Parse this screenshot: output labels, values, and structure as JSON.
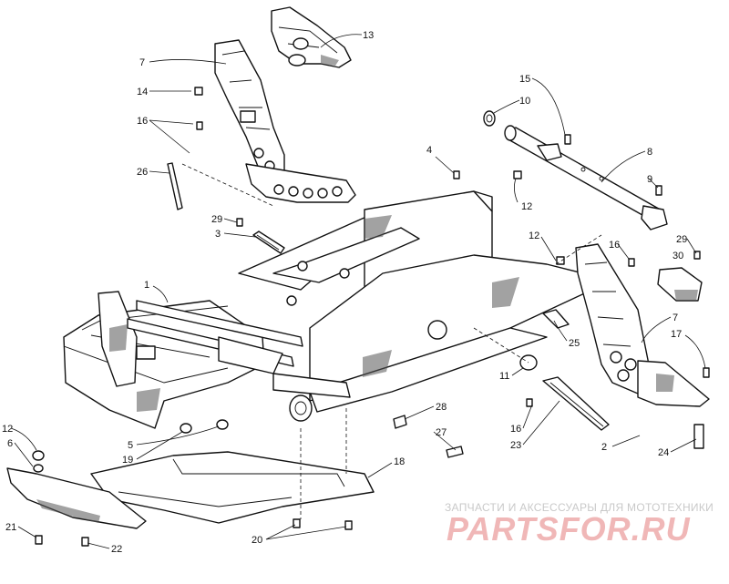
{
  "watermark": {
    "text": "ЗАПЧАСТИ И АКСЕССУАРЫ ДЛЯ МОТОТЕХНИКИ",
    "logo": "PARTSFOR.RU"
  },
  "callouts": [
    {
      "id": "c13",
      "label": "13"
    },
    {
      "id": "c7a",
      "label": "7"
    },
    {
      "id": "c14",
      "label": "14"
    },
    {
      "id": "c16a",
      "label": "16"
    },
    {
      "id": "c26",
      "label": "26"
    },
    {
      "id": "c29a",
      "label": "29"
    },
    {
      "id": "c3",
      "label": "3"
    },
    {
      "id": "c4",
      "label": "4"
    },
    {
      "id": "c1",
      "label": "1"
    },
    {
      "id": "c15",
      "label": "15"
    },
    {
      "id": "c10",
      "label": "10"
    },
    {
      "id": "c8",
      "label": "8"
    },
    {
      "id": "c9",
      "label": "9"
    },
    {
      "id": "c12a",
      "label": "12"
    },
    {
      "id": "c12b",
      "label": "12"
    },
    {
      "id": "c16b",
      "label": "16"
    },
    {
      "id": "c29b",
      "label": "29"
    },
    {
      "id": "c30",
      "label": "30"
    },
    {
      "id": "c7b",
      "label": "7"
    },
    {
      "id": "c17",
      "label": "17"
    },
    {
      "id": "c25",
      "label": "25"
    },
    {
      "id": "c11",
      "label": "11"
    },
    {
      "id": "c12c",
      "label": "12"
    },
    {
      "id": "c6",
      "label": "6"
    },
    {
      "id": "c5",
      "label": "5"
    },
    {
      "id": "c19",
      "label": "19"
    },
    {
      "id": "c28",
      "label": "28"
    },
    {
      "id": "c27",
      "label": "27"
    },
    {
      "id": "c16c",
      "label": "16"
    },
    {
      "id": "c23",
      "label": "23"
    },
    {
      "id": "c2",
      "label": "2"
    },
    {
      "id": "c24",
      "label": "24"
    },
    {
      "id": "c18",
      "label": "18"
    },
    {
      "id": "c21",
      "label": "21"
    },
    {
      "id": "c22",
      "label": "22"
    },
    {
      "id": "c20",
      "label": "20"
    }
  ]
}
